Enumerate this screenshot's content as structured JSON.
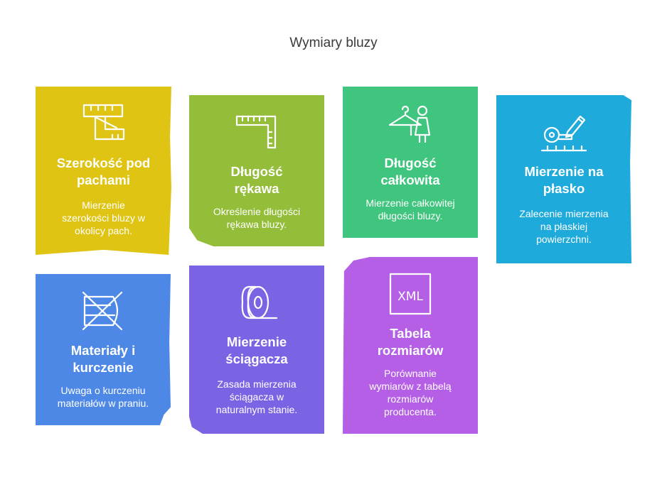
{
  "title": "Wymiary bluzy",
  "cards": [
    {
      "icon": "measuring-tape-icon",
      "color": "#dfc414",
      "heading": [
        "Szerokość pod",
        "pachami"
      ],
      "desc": [
        "Mierzenie",
        "szerokości bluzy w",
        "okolicy pach."
      ]
    },
    {
      "icon": "ruler-square-icon",
      "color": "#94bd3a",
      "heading": [
        "Długość",
        "rękawa"
      ],
      "desc": [
        "Określenie długości",
        "rękawa bluzy."
      ]
    },
    {
      "icon": "hanger-person-icon",
      "color": "#3fc57e",
      "heading": [
        "Długość",
        "całkowita"
      ],
      "desc": [
        "Mierzenie całkowitej",
        "długości bluzy."
      ]
    },
    {
      "icon": "tape-pencil-icon",
      "color": "#1eaadb",
      "heading": [
        "Mierzenie na",
        "płasko"
      ],
      "desc": [
        "Zalecenie mierzenia",
        "na płaskiej",
        "powierzchni."
      ]
    },
    {
      "icon": "no-tumble-dry-icon",
      "color": "#4e88e6",
      "heading": [
        "Materiały i",
        "kurczenie"
      ],
      "desc": [
        "Uwaga o kurczeniu",
        "materiałów w praniu."
      ]
    },
    {
      "icon": "tape-roll-icon",
      "color": "#7c63e4",
      "heading": [
        "Mierzenie",
        "ściągacza"
      ],
      "desc": [
        "Zasada mierzenia",
        "ściągacza w",
        "naturalnym stanie."
      ]
    },
    {
      "icon": "xml-file-icon",
      "color": "#b45fe6",
      "heading": [
        "Tabela",
        "rozmiarów"
      ],
      "desc": [
        "Porównanie",
        "wymiarów z tabelą",
        "rozmiarów",
        "producenta."
      ],
      "icon_text": "XML"
    }
  ]
}
